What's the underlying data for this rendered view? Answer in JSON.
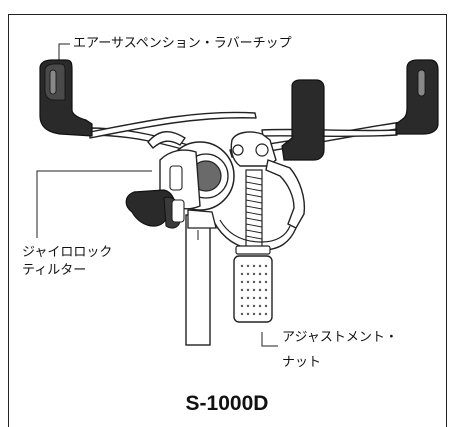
{
  "callouts": {
    "air_suspension": "エアーサスペンション・ラバーチップ",
    "gyro_lock_line1": "ジャイロロック",
    "gyro_lock_line2": "ティルター",
    "adjust_nut_line1": "アジャストメント・",
    "adjust_nut_line2": "ナット"
  },
  "model_name": "S-1000D"
}
